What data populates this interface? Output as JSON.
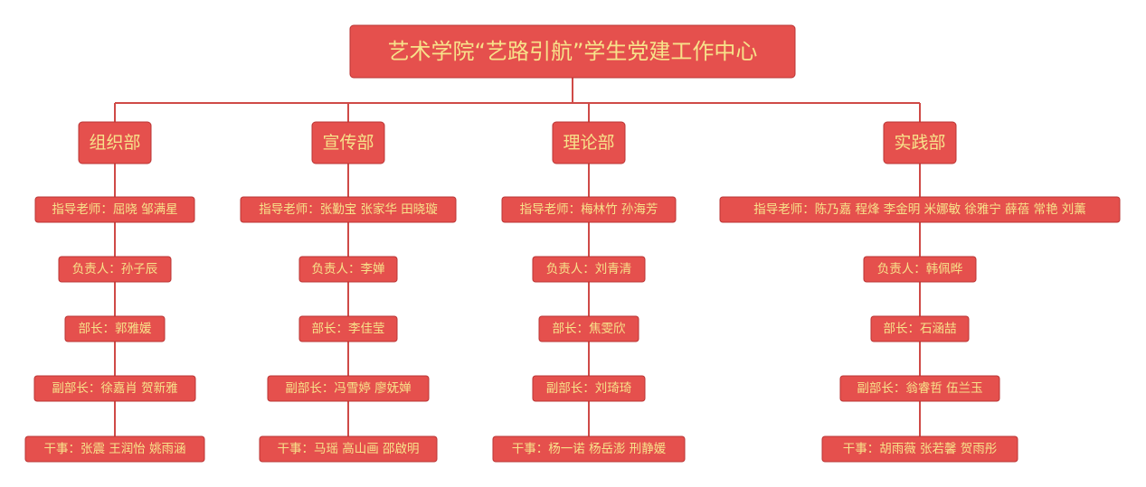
{
  "colors": {
    "box_fill": "#e5504d",
    "text": "#f7e28a",
    "line": "#cf4a47"
  },
  "root": {
    "title": "艺术学院“艺路引航”学生党建工作中心"
  },
  "departments": [
    {
      "name": "组织部",
      "roles": [
        "指导老师：屈晓  邹满星",
        "负责人：孙子辰",
        "部长：郭雅媛",
        "副部长：徐嘉肖  贺新雅",
        "干事：张震  王润怡  姚雨涵"
      ]
    },
    {
      "name": "宣传部",
      "roles": [
        "指导老师：张勤宝  张家华  田晓璇",
        "负责人：李婵",
        "部长：李佳莹",
        "副部长：冯雪婷  廖妩婵",
        "干事：马瑶  高山画  邵啟明"
      ]
    },
    {
      "name": "理论部",
      "roles": [
        "指导老师：梅林竹  孙海芳",
        "负责人：刘青清",
        "部长：焦雯欣",
        "副部长：刘琦琦",
        "干事：杨一诺  杨岳澎  刑静媛"
      ]
    },
    {
      "name": "实践部",
      "roles": [
        "指导老师：陈乃嘉  程烽  李金明  米娜敏  徐雅宁  薛蓓  常艳  刘薰",
        "负责人：韩佩晔",
        "部长：石涵喆",
        "副部长：翁睿哲  伍兰玉",
        "干事：胡雨薇  张若馨  贺雨彤"
      ]
    }
  ]
}
